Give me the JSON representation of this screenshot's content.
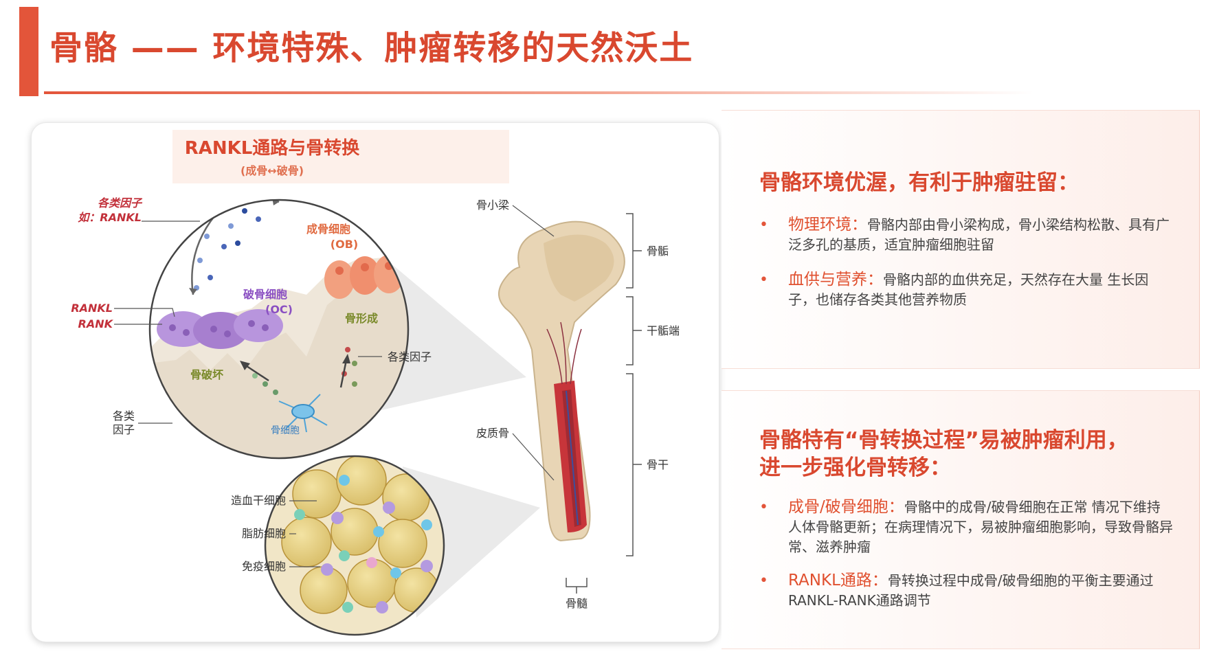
{
  "title": "骨骼 —— 环境特殊、肿瘤转移的天然沃土",
  "figure": {
    "heading": "RANKL通路与骨转换",
    "subheading": "(成骨↔破骨)",
    "labels": {
      "factors_top_1": "各类因子",
      "factors_top_2": "如：RANKL",
      "osteoblast_1": "成骨细胞",
      "osteoblast_2": "(OB)",
      "osteoclast_1": "破骨细胞",
      "osteoclast_2": "(OC)",
      "rankl": "RANKL",
      "rank": "RANK",
      "bone_formation": "骨形成",
      "bone_destruction": "骨破坏",
      "factors_mid": "各类因子",
      "factors_left_1": "各类",
      "factors_left_2": "因子",
      "osteocyte": "骨细胞",
      "hsc": "造血干细胞",
      "adipocyte": "脂肪细胞",
      "immune_cell": "免疫细胞",
      "trabecular": "骨小梁",
      "cortical": "皮质骨",
      "epiphysis": "骨骺",
      "metaphysis": "干骺端",
      "diaphysis": "骨干",
      "marrow": "骨髓"
    }
  },
  "panel1": {
    "heading": "骨骼环境优渥，有利于肿瘤驻留：",
    "bullets": [
      {
        "label": "物理环境：",
        "text": "骨骼内部由骨小梁构成，骨小梁结构松散、具有广泛多孔的基质，适宜肿瘤细胞驻留"
      },
      {
        "label": "血供与营养：",
        "text": "骨骼内部的血供充足，天然存在大量 生长因子，也储存各类其他营养物质"
      }
    ]
  },
  "panel2": {
    "heading_line1": "骨骼特有“骨转换过程”易被肿瘤利用，",
    "heading_line2": "进一步强化骨转移：",
    "bullets": [
      {
        "label": "成骨/破骨细胞：",
        "text": "骨骼中的成骨/破骨细胞在正常 情况下维持人体骨骼更新；在病理情况下，易被肿瘤细胞影响，导致骨骼异常、滋养肿瘤"
      },
      {
        "label": "RANKL通路：",
        "text": "骨转换过程中成骨/破骨细胞的平衡主要通过RANKL-RANK通路调节"
      }
    ]
  },
  "colors": {
    "accent": "#e3553a",
    "title": "#d9482f",
    "osteoclast": "#a77fcf",
    "osteoblast": "#f2a07f",
    "bone": "#e8d5b5",
    "marrow": "#c7353a"
  }
}
